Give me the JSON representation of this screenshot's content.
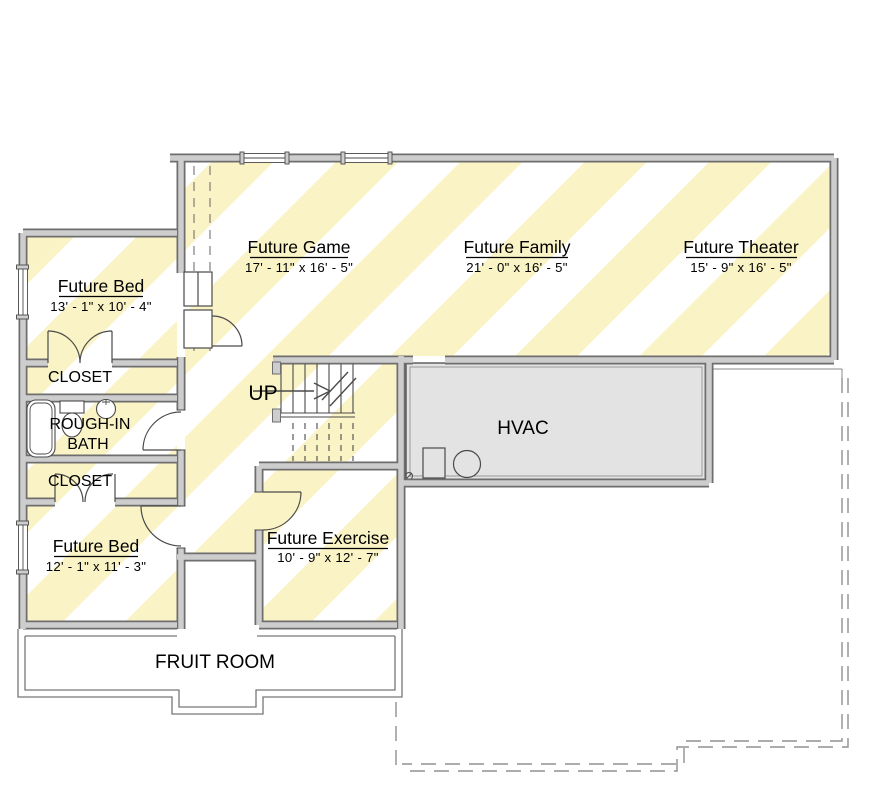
{
  "plan": {
    "type": "basement floor plan",
    "labels": {
      "bed1": {
        "name": "Future Bed",
        "dims": "13' - 1\" x 10' - 4\""
      },
      "game": {
        "name": "Future Game",
        "dims": "17' - 11\" x 16' - 5\""
      },
      "family": {
        "name": "Future Family",
        "dims": "21' - 0\" x 16' - 5\""
      },
      "theater": {
        "name": "Future Theater",
        "dims": "15' - 9\" x 16' - 5\""
      },
      "closet1": "CLOSET",
      "bath_line1": "ROUGH-IN",
      "bath_line2": "BATH",
      "closet2": "CLOSET",
      "stairs": "UP",
      "hvac": "HVAC",
      "exercise": {
        "name": "Future Exercise",
        "dims": "10' - 9\" x 12' - 7\""
      },
      "bed2": {
        "name": "Future Bed",
        "dims": "12' - 1\" x 11' - 3\""
      },
      "fruit": "FRUIT ROOM"
    },
    "colors": {
      "future_area_stripe": "#FAF3C6",
      "hvac_fill": "#E3E3E3",
      "wall_fill": "#CDCDCD",
      "wall_edge": "#6E6E6E",
      "line": "#4A4A4A",
      "dashed_overhead": "#909090",
      "text": "#000000"
    }
  }
}
